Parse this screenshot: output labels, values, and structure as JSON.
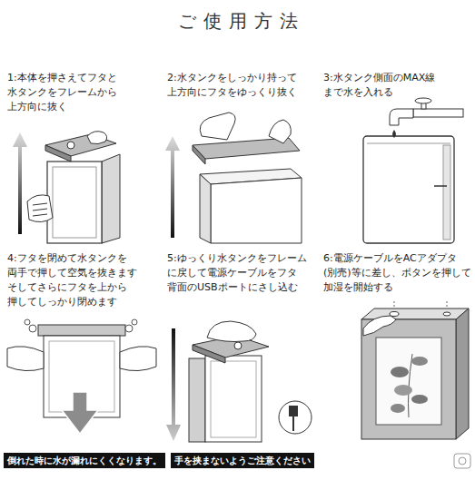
{
  "diagram": {
    "title": "ご使用方法",
    "nodes": [
      {
        "text": [
          "倒れた時に水が漏れにくくなります。"
        ]
      },
      {
        "text": [
          "手を挟まないようご注意ください"
        ]
      }
    ],
    "labels": [
      "1:本体を押さえてフタと 水タンクをフレームから 上方向に抜く",
      "2:水タンクをしっかり持って 上方向にフタをゆっくり抜く",
      "3:水タンク側面のMAX線 まで水を入れる",
      "4:フタを閉めて水タンクを 両手で押して空気を抜きます そしてさらにフタを上から 押してしっかり閉めます",
      "5:ゆっくり水タンクをフレーム に戻して電源ケーブルをフタ 背面のUSBポートにさし込む",
      "6:電源ケーブルをACアダプタ (別売)等に差し、ボタンを押して 加湿を開始する"
    ]
  }
}
